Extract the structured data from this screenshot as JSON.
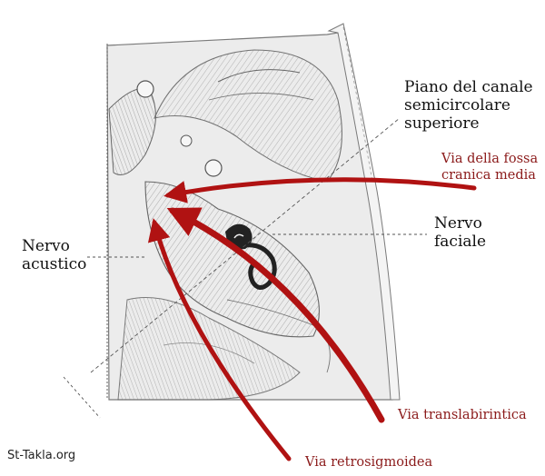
{
  "labels": {
    "piano": [
      "Piano del canale",
      "semicircolare",
      "superiore"
    ],
    "nervo_faciale": [
      "Nervo",
      "faciale"
    ],
    "nervo_acustico": [
      "Nervo",
      "acustico"
    ],
    "via_fossa": [
      "Via della fossa",
      "cranica media"
    ],
    "via_translab": "Via translabirintica",
    "via_retro": "Via retrosigmoidea"
  },
  "watermark": "St-Takla.org",
  "colors": {
    "arrow": "#b01212",
    "route_text": "#8b1a1a",
    "label_text": "#111111",
    "illustration_bg": "#e9e9e9",
    "illustration_line": "#6f6f6f"
  }
}
